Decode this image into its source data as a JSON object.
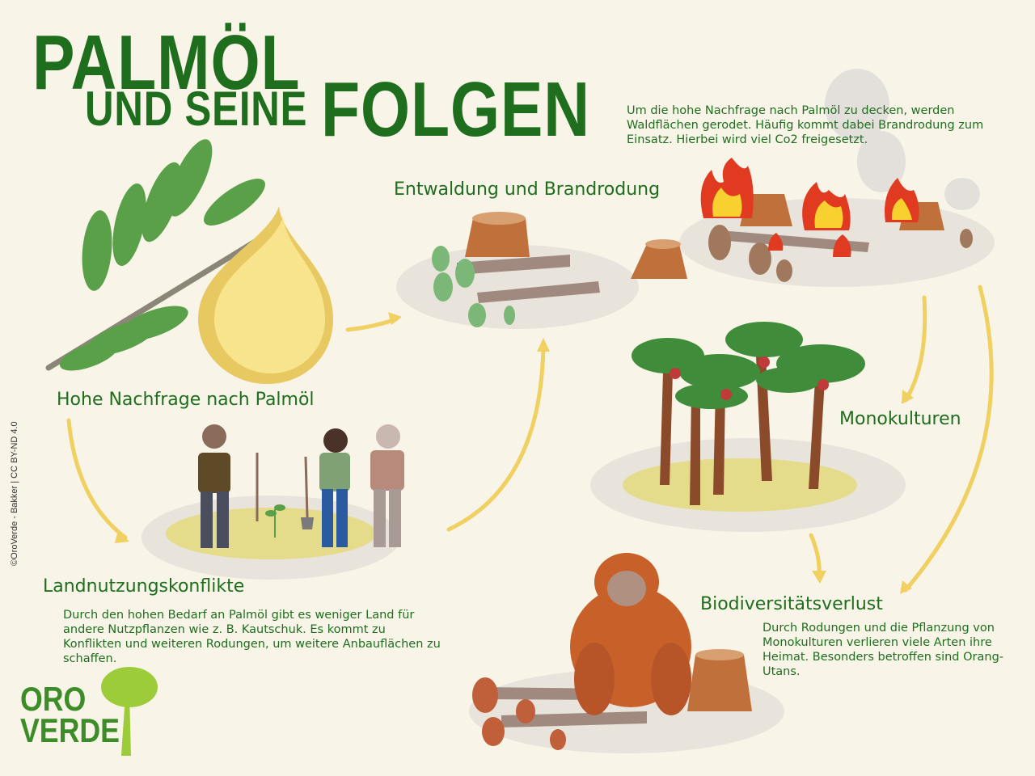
{
  "title": {
    "line1": "PALMÖL",
    "line2": "UND SEINE",
    "line3": "FOLGEN"
  },
  "credit": "©OroVerde - Bakker | CC BY-ND 4.0",
  "sections": {
    "demand": {
      "heading": "Hohe Nachfrage nach Palmöl"
    },
    "deforestation": {
      "heading": "Entwaldung und Brandrodung",
      "text": "Um die hohe Nachfrage nach Palmöl zu decken, werden Waldflächen gerodet. Häufig kommt dabei Brandrodung zum Einsatz. Hierbei wird viel Co2 freigesetzt."
    },
    "monoculture": {
      "heading": "Monokulturen"
    },
    "biodiversity": {
      "heading": "Biodiversitätsverlust",
      "text": "Durch Rodungen und die Pflanzung von Monokulturen verlieren viele Arten ihre Heimat. Besonders betroffen sind Orang-Utans."
    },
    "conflicts": {
      "heading": "Landnutzungskonflikte",
      "text": "Durch den hohen Bedarf an Palmöl gibt es weniger Land für andere Nutzpflanzen wie z. B. Kautschuk. Es kommt zu Konflikten und weiteren Rodungen, um weitere Anbauflächen zu schaffen."
    }
  },
  "logo": {
    "line1": "ORO",
    "line2": "VERDE"
  },
  "colors": {
    "green": "#1e6e1e",
    "arrow": "#f0d060",
    "ground": "#e9e4dc",
    "field": "#e4dc8a"
  }
}
